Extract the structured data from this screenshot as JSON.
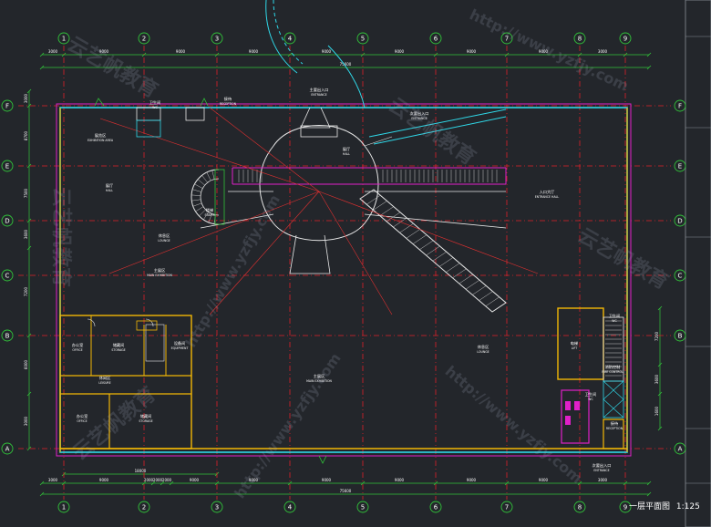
{
  "colors": {
    "background": "#23262b",
    "grid_line": "#e0202a",
    "axis_green": "#31c43a",
    "wall_yellow": "#f2b705",
    "wall_magenta": "#e020c8",
    "outline_cyan": "#2fd8e8",
    "white_line": "#e8e8e8",
    "text_red": "#ff4040",
    "text_white": "#ffffff"
  },
  "axes": {
    "columns": [
      "1",
      "2",
      "3",
      "4",
      "5",
      "6",
      "7",
      "8",
      "9"
    ],
    "rows": [
      "A",
      "B",
      "C",
      "D",
      "E",
      "F"
    ]
  },
  "dimensions": {
    "top_total": "75600",
    "top_spans": [
      "3000",
      "9000",
      "9000",
      "9000",
      "9000",
      "9000",
      "9000",
      "9000",
      "3000"
    ],
    "bottom_total": "75600",
    "bottom_spans": [
      "3000",
      "9000",
      "2000",
      "2000",
      "2000",
      "9000",
      "9000",
      "9000",
      "9000",
      "9000",
      "9000",
      "3000"
    ],
    "bottom_sub_total": "18000",
    "left_spans": [
      "3000",
      "8700",
      "7500",
      "3600",
      "7200",
      "6000",
      "3000"
    ],
    "right_spans": [
      "7200",
      "3600",
      "1600"
    ]
  },
  "rooms": [
    {
      "label": "展览区",
      "en": "EXHIBITION AREA"
    },
    {
      "label": "展厅",
      "en": "HALL"
    },
    {
      "label": "楼梯",
      "en": "STAIRS"
    },
    {
      "label": "入口大厅",
      "en": "ENTRANCE HALL"
    },
    {
      "label": "主展区",
      "en": "MAIN EXHIBITION"
    },
    {
      "label": "休息区",
      "en": "LOUNGE"
    },
    {
      "label": "办公室",
      "en": "OFFICE"
    },
    {
      "label": "储藏间",
      "en": "STORAGE"
    },
    {
      "label": "设备间",
      "en": "EQUIPMENT"
    },
    {
      "label": "卫生间",
      "en": "WC"
    },
    {
      "label": "接待",
      "en": "RECEPTION"
    },
    {
      "label": "休闲区",
      "en": "LEISURE"
    },
    {
      "label": "电梯",
      "en": "LIFT"
    },
    {
      "label": "消防控制",
      "en": "FIRE CONTROL"
    }
  ],
  "entrances": {
    "main": "主要出入口",
    "north": "次要出入口",
    "south": "次要出入口"
  },
  "title_block": {
    "title": "一层平面图",
    "scale": "1:125"
  },
  "watermarks": [
    "云艺帆教育",
    "http://www.yzfjy.com"
  ]
}
